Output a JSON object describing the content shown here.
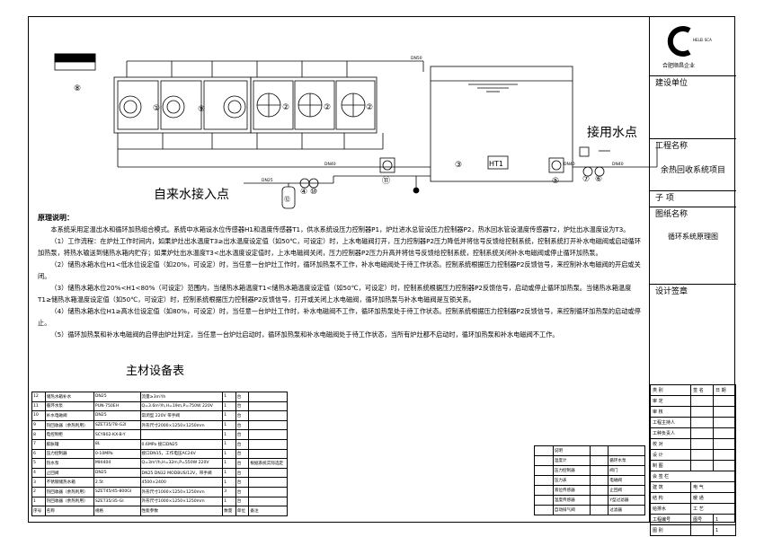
{
  "diagram": {
    "labels": {
      "tap_water": "自来水接入点",
      "use_water": "接用水点",
      "dn50": "DN50",
      "dn40": "DN40",
      "dn40b": "DN40",
      "dn40c": "DN40",
      "dn25": "DN25",
      "ht1": "HT1",
      "n1": "①",
      "n2": "②",
      "n3": "③",
      "n4": "④",
      "n5": "⑤",
      "n6": "⑥",
      "n7": "⑦",
      "n8": "⑧",
      "n9": "⑨",
      "n10": "⑩",
      "n11": "⑪",
      "n12": "⑫"
    }
  },
  "principle": {
    "title": "原理说明：",
    "paragraphs": [
      "本系统采用定温出水和循环加热组合模式。系统中水箱设水位传感器H1和温度传感器T1，供水系统设压力控制器P1，炉灶进水总管设压力控制器P2，热水回水管设温度传感器T2，炉灶出水温度设为T3。",
      "（1）工作流程：在炉灶工作时间内，如果炉灶出水温度T3≥出水温度设定值（如50℃，可设定）时，上水电磁阀打开，压力控制器P2压力降低并将信号反馈给控制系统，控制系统打开补水电磁阀或启动循环加热泵，将热水输送到储热水箱内贮存；如果炉灶出水温度T3<出水温度设定值时，上水电磁阀关闭，压力控制器P2压力升高并将信号反馈给控制系统，控制系统关闭补水电磁阀或停止循环加热泵。",
      "（2）储热水箱水位H1<低水位设定值（如20%，可设定）时，当任意一台炉灶工作时，循环加热泵不工作，补水电磁阀处于待工作状态。控制系统根据压力控制器P2反馈信号，来控制补水电磁阀的开启或关闭。",
      "（3）储热水箱水位20%<H1<80%（可设定）范围内，当储热水箱温度T1<储热水箱温度设定值（如50℃，可设定）时，控制系统根据压力控制器P2反馈信号，启动或停止循环加热泵。当储热水箱温度T1≥储热水箱温度设定值（如50℃，可设定）时，控制系统根据压力控制器P2反馈信号，打开或关闭上水电磁阀，循环加热泵与补水电磁阀是互锁关系。",
      "（4）储热水箱水位H1≥高水位设定值（如80%，可设定）时，当任意一台炉灶工作时，补水电磁阀不工作，循环加热泵处于待工作状态。控制系统根据压力控制器P2反馈信号，来控制循环加热泵的启动或停止。",
      "（5）循环加热泵和补水电磁阀的启停由炉灶判定，当任意一台炉灶启动时，循环加热泵和补水电磁阀处于待工作状态，当所有炉灶都不启动时，循环加热泵和补水电磁阀不工作。"
    ]
  },
  "equipment_table": {
    "title": "主材设备表",
    "rows": [
      [
        "12",
        "储热水箱补水",
        "DN25",
        "流量≥3m³/h",
        "1",
        "台",
        ""
      ],
      [
        "11",
        "循环水泵",
        "PUN-750EH",
        "Q=3.6m³/h,H=19m,P=750W 220V",
        "1",
        "台",
        ""
      ],
      [
        "10",
        "补水电磁阀",
        "DN25",
        "常闭型 220V 带手阀",
        "1",
        "台",
        ""
      ],
      [
        "9",
        "热回收器（余热利用）",
        "SZET35/78-G2I",
        "外形尺寸2000×1250×1250mm",
        "1",
        "台",
        ""
      ],
      [
        "8",
        "电控制柜",
        "SCY802-KX-B-Y",
        "",
        "1",
        "台",
        ""
      ],
      [
        "7",
        "膨胀罐",
        "8L",
        "0.6MPa 接口DN25",
        "1",
        "台",
        ""
      ],
      [
        "6",
        "压力控制器",
        "0-10MPa",
        "接口DN15，工作电压AC24V",
        "1",
        "台",
        ""
      ],
      [
        "5",
        "热水泵",
        "MHI404",
        "Q=3m³/h,H=32m,P=550W 220V",
        "1",
        "台",
        "根据系统实际选定"
      ],
      [
        "4",
        "止回阀",
        "DN25",
        "DN25 DN32 MODBUS/12V，带手阀",
        "1",
        "台",
        ""
      ],
      [
        "3",
        "不锈钢储热水箱",
        "2.5t",
        "4500×2400",
        "1",
        "台",
        ""
      ],
      [
        "2",
        "热回收器（余热利用）",
        "SZET45/45-800GI",
        "外形尺寸1000×1250×1250mm",
        "3",
        "台",
        ""
      ],
      [
        "1",
        "热回收器（余热利用）",
        "SZET35/35-GI",
        "外形尺寸1000×1250×1250mm",
        "1",
        "台",
        ""
      ]
    ],
    "header": [
      "序号",
      "名称",
      "规格",
      "性能参数",
      "数量",
      "单位",
      "备注"
    ]
  },
  "legend": {
    "header": "图例",
    "rows": [
      [
        "",
        "说明",
        "",
        ""
      ],
      [
        "",
        "温度计",
        "",
        "循环水泵"
      ],
      [
        "",
        "压力控制器",
        "",
        "阀门"
      ],
      [
        "",
        "压力表",
        "",
        "电磁阀"
      ],
      [
        "",
        "液位传感器",
        "",
        "止回阀"
      ],
      [
        "",
        "温度传感器",
        "",
        "Y型过滤器"
      ],
      [
        "",
        "自动排气阀",
        "",
        "过滤器"
      ]
    ]
  },
  "title_block": {
    "logo_text": "HELEI SCA",
    "company": "合肥顺昌企业",
    "build_unit": "建设单位",
    "project_name_label": "工程名称",
    "project_name": "余热回收系统项目",
    "sub_item": "子  项",
    "drawing_name_label": "图纸名称",
    "drawing_name": "循环系统原理图",
    "design_seal": "设计签章",
    "sign_header": [
      "类  别",
      "签  名",
      "日  期"
    ],
    "sign_rows": [
      [
        "审  定",
        "",
        ""
      ],
      [
        "审  核",
        "",
        ""
      ],
      [
        "工程主持人",
        "",
        ""
      ],
      [
        "工种负责人",
        "",
        ""
      ],
      [
        "校  对",
        "",
        ""
      ],
      [
        "设  计",
        "",
        ""
      ],
      [
        "制  图",
        "",
        ""
      ]
    ],
    "countersign": "会 签 栏",
    "cs_rows": [
      [
        "建 筑",
        "电 气"
      ],
      [
        "结 构",
        "暖 通"
      ],
      [
        "给排水",
        "工 艺"
      ]
    ],
    "proj_no_label": "工程编号",
    "sheet_label": "图 别",
    "sheet_no_label": "图号",
    "sheet_no": "1",
    "page_no": "1"
  }
}
